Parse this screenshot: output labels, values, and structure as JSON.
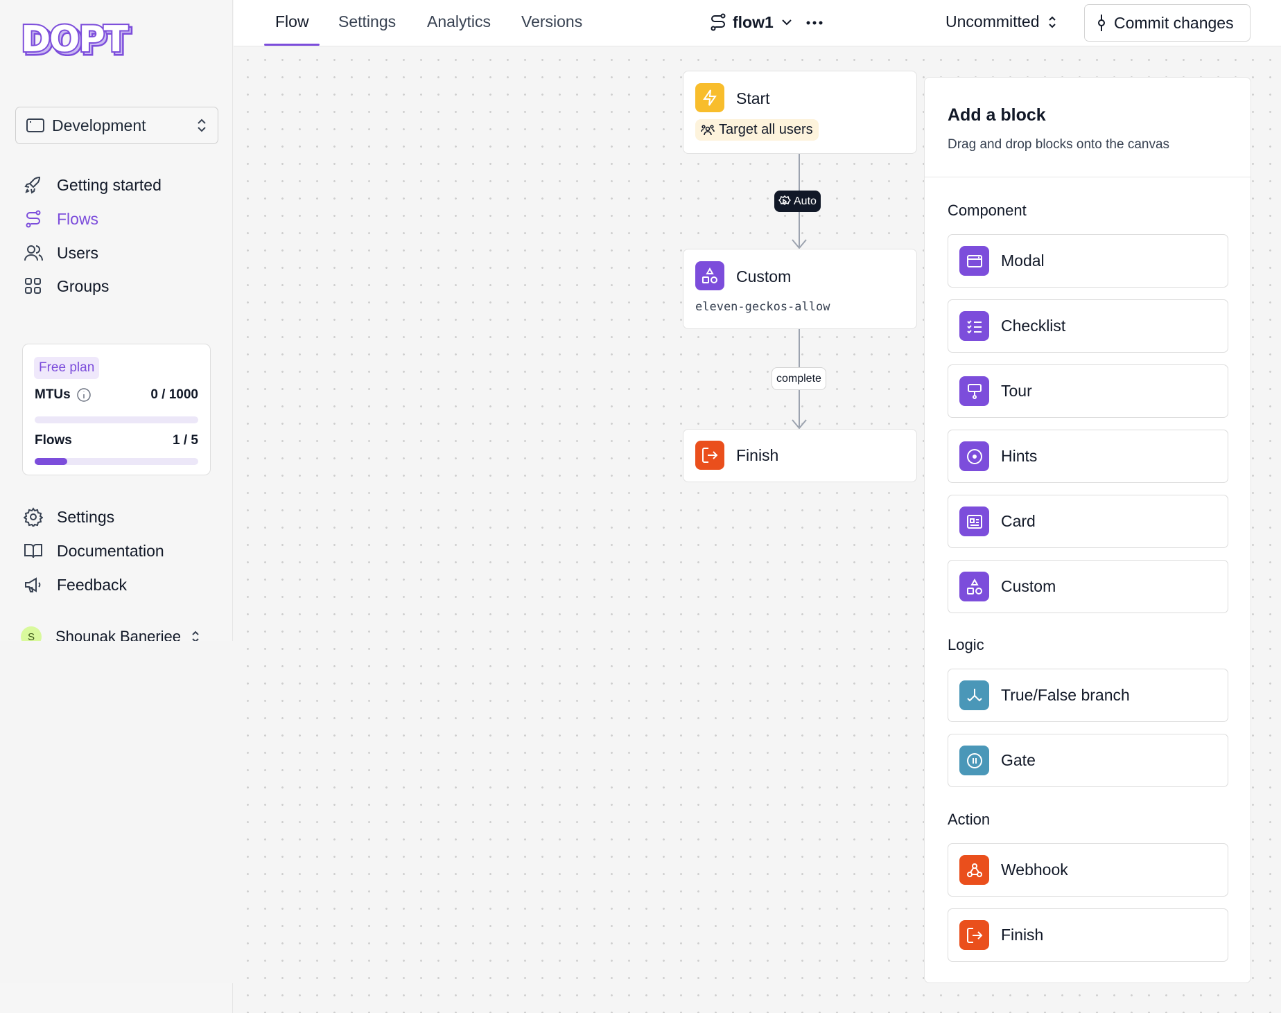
{
  "brand": {
    "logo_text": "DOPT",
    "accent": "#7c4ddb"
  },
  "sidebar": {
    "environment": "Development",
    "nav_top": [
      {
        "label": "Getting started",
        "icon": "rocket-icon"
      },
      {
        "label": "Flows",
        "icon": "flows-icon",
        "active": true
      },
      {
        "label": "Users",
        "icon": "users-icon"
      },
      {
        "label": "Groups",
        "icon": "grid-icon"
      }
    ],
    "plan": {
      "badge": "Free plan",
      "mtus_label": "MTUs",
      "mtus_value": "0 / 1000",
      "mtus_fraction": 0,
      "flows_label": "Flows",
      "flows_value": "1 / 5",
      "flows_fraction": 0.2
    },
    "nav_bottom": [
      {
        "label": "Settings",
        "icon": "gear-icon"
      },
      {
        "label": "Documentation",
        "icon": "book-icon"
      },
      {
        "label": "Feedback",
        "icon": "megaphone-icon"
      }
    ],
    "user": {
      "initial": "S",
      "name": "Shounak Banerjee"
    }
  },
  "topbar": {
    "tabs": [
      "Flow",
      "Settings",
      "Analytics",
      "Versions"
    ],
    "active_tab": "Flow",
    "flow_name": "flow1",
    "status": "Uncommitted",
    "commit_label": "Commit changes"
  },
  "canvas": {
    "start": {
      "title": "Start",
      "badge": "Target all users"
    },
    "edge1": "Auto",
    "custom": {
      "title": "Custom",
      "identifier": "eleven-geckos-allow"
    },
    "edge2": "complete",
    "finish": {
      "title": "Finish"
    }
  },
  "panel": {
    "title": "Add a block",
    "subtitle": "Drag and drop blocks onto the canvas",
    "sections": {
      "component": "Component",
      "logic": "Logic",
      "action": "Action"
    },
    "component_blocks": [
      "Modal",
      "Checklist",
      "Tour",
      "Hints",
      "Card",
      "Custom"
    ],
    "logic_blocks": [
      "True/False branch",
      "Gate"
    ],
    "action_blocks": [
      "Webhook",
      "Finish"
    ]
  }
}
